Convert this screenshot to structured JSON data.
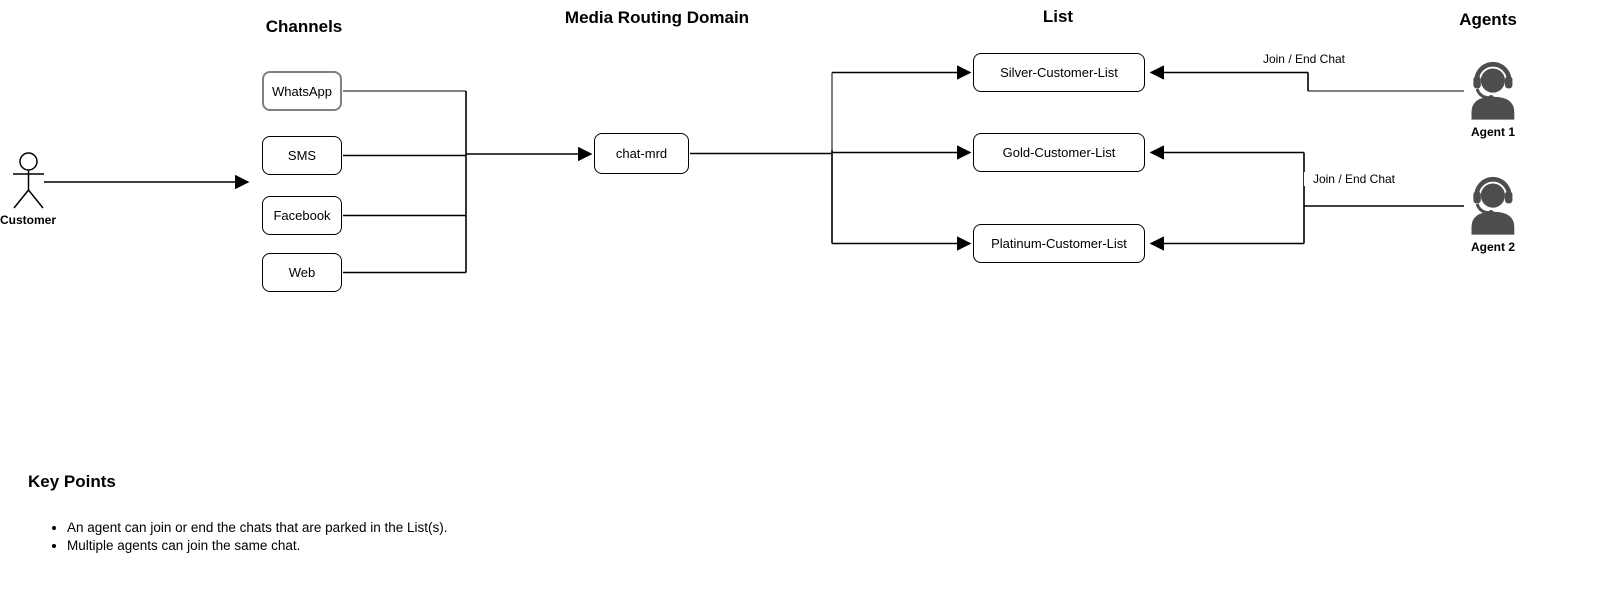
{
  "diagram": {
    "titles": {
      "channels": "Channels",
      "mrd": "Media Routing Domain",
      "list": "List",
      "agents": "Agents"
    },
    "customer": {
      "label": "Customer"
    },
    "channels": [
      {
        "label": "WhatsApp"
      },
      {
        "label": "SMS"
      },
      {
        "label": "Facebook"
      },
      {
        "label": "Web"
      }
    ],
    "mrd_node": {
      "label": "chat-mrd"
    },
    "lists": [
      {
        "label": "Silver-Customer-List"
      },
      {
        "label": "Gold-Customer-List"
      },
      {
        "label": "Platinum-Customer-List"
      }
    ],
    "agents": [
      {
        "label": "Agent 1"
      },
      {
        "label": "Agent 2"
      }
    ],
    "edges": {
      "agent1_label": "Join / End Chat",
      "agent2_label": "Join / End Chat"
    },
    "colors": {
      "background": "#ffffff",
      "stroke": "#000000",
      "gray_stroke": "#808080",
      "dark_stroke": "#404040",
      "agent_icon": "#4d4d4d"
    }
  },
  "key_points": {
    "heading": "Key Points",
    "bullets": [
      "An agent can join or end the chats that are parked in the List(s).",
      "Multiple agents can join the same chat."
    ]
  }
}
